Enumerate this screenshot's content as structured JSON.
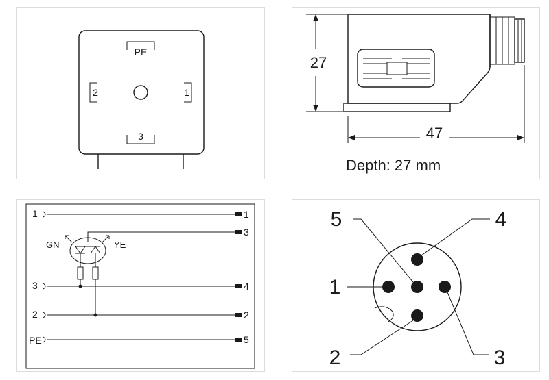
{
  "front_view": {
    "labels": {
      "top": "PE",
      "left": "2",
      "right": "1",
      "bottom": "3"
    }
  },
  "side_view": {
    "height_label": "27",
    "width_label": "47",
    "depth_text": "Depth: 27 mm"
  },
  "wiring": {
    "left_terminals": [
      "1",
      "3",
      "2",
      "PE"
    ],
    "right_terminals": [
      "1",
      "3",
      "4",
      "2",
      "5"
    ],
    "led_labels": {
      "green": "GN",
      "yellow": "YE"
    }
  },
  "pin_layout": {
    "pins": [
      "1",
      "2",
      "3",
      "4",
      "5"
    ]
  }
}
